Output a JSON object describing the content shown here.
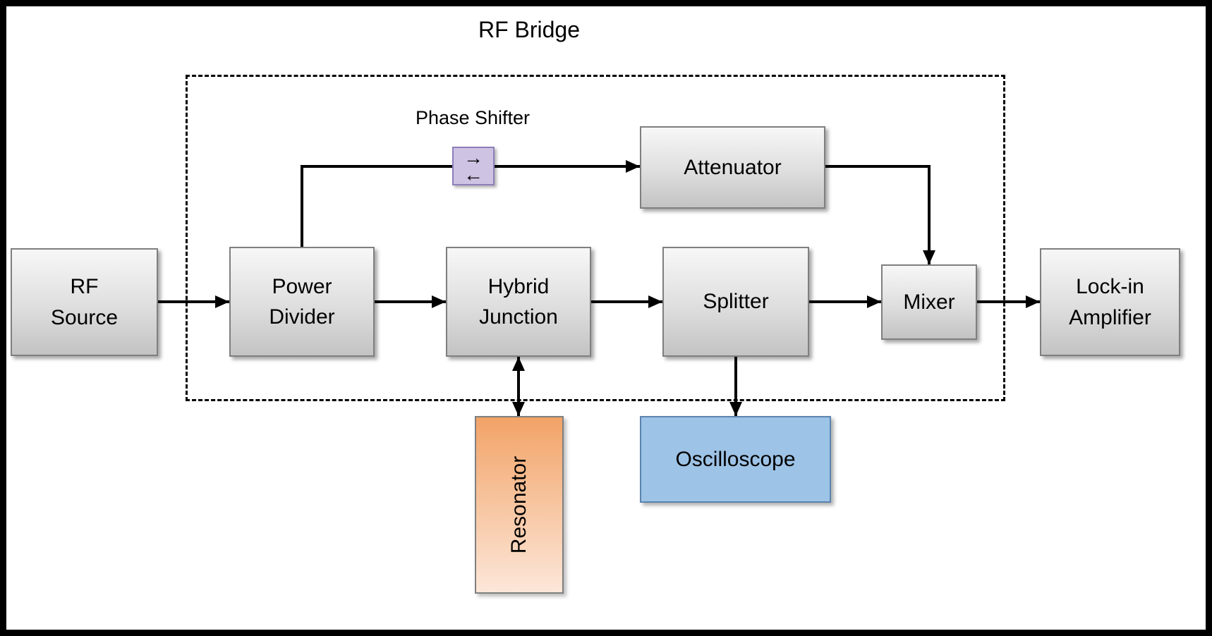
{
  "colors": {
    "background": "#ffffff",
    "frame": "#000000",
    "line": "#000000",
    "text": "#000000",
    "box_border": "#7f7f7f",
    "gray_box_top": "#f7f7f7",
    "gray_box_bottom": "#c3c3c3",
    "phase_shifter_fill": "#cec3e3",
    "phase_shifter_border": "#8d7fb9",
    "resonator_top": "#f2a367",
    "resonator_bottom": "#fce7d9",
    "oscilloscope_fill": "#9dc3e6",
    "oscilloscope_border": "#5b84ad"
  },
  "diagram": {
    "title": "RF Bridge",
    "phase_shifter_label": "Phase Shifter",
    "icons": {
      "right_arrow": "→",
      "left_arrow": "←"
    },
    "nodes": {
      "rf_source": "RF\nSource",
      "power_divider": "Power\nDivider",
      "hybrid_junction": "Hybrid\nJunction",
      "splitter": "Splitter",
      "mixer": "Mixer",
      "lock_in_amplifier": "Lock-in\nAmplifier",
      "attenuator": "Attenuator",
      "resonator": "Resonator",
      "oscilloscope": "Oscilloscope"
    }
  }
}
